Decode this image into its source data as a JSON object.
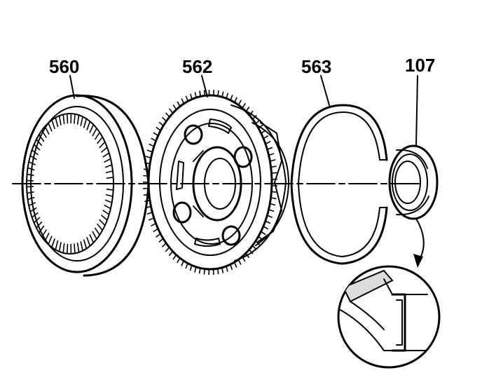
{
  "diagram": {
    "callouts": [
      {
        "id": "ring-gear",
        "label": "560"
      },
      {
        "id": "carrier-assembly",
        "label": "562"
      },
      {
        "id": "snap-ring",
        "label": "563"
      },
      {
        "id": "seal",
        "label": "107"
      }
    ],
    "colors": {
      "ink": "#000000",
      "background": "#ffffff",
      "shade": "#dcdcdc"
    }
  }
}
